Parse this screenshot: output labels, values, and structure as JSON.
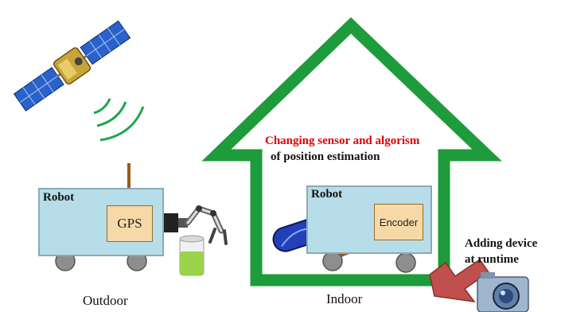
{
  "outdoor": {
    "robot_label": "Robot",
    "sensor_label": "GPS",
    "caption": "Outdoor"
  },
  "indoor": {
    "robot_label": "Robot",
    "sensor_label": "Encoder",
    "caption": "Indoor",
    "note_line1": "Changing sensor and algorism",
    "note_line2": "of position estimation"
  },
  "adding": {
    "line1": "Adding device",
    "line2": "at runtime"
  },
  "colors": {
    "house": "#1e9b3a",
    "note_red": "#e00000",
    "robot_fill": "#b7dde8",
    "sensor_fill": "#f6d9a6",
    "wheel": "#8e8e8e",
    "arrow": "#c0504d",
    "antenna": "#9b5a1a"
  },
  "icons": [
    "satellite-icon",
    "signal-waves-icon",
    "robot-arm-icon",
    "battery-icon",
    "scanner-device-icon",
    "camera-icon",
    "arrow-icon"
  ]
}
